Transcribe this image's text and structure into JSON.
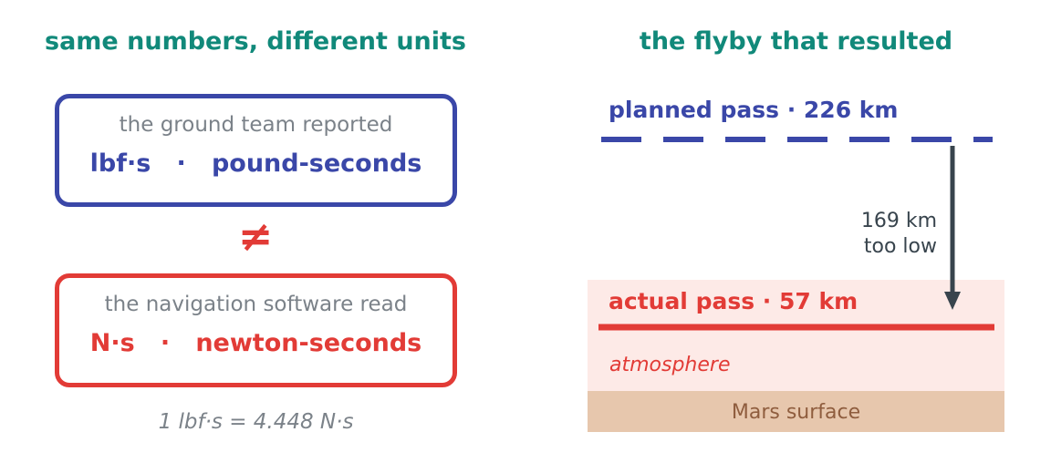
{
  "left_panel": {
    "heading": "same numbers, different units",
    "ground_box": {
      "caption": "the ground team reported",
      "unit": "lbf·s   ·   pound-seconds"
    },
    "not_equal_symbol": "≠",
    "nav_box": {
      "caption": "the navigation software read",
      "unit": "N·s   ·   newton-seconds"
    },
    "conversion": "1 lbf·s = 4.448 N·s"
  },
  "right_panel": {
    "heading": "the flyby that resulted",
    "planned_pass": "planned pass · 226 km",
    "gap_label_line1": "169 km",
    "gap_label_line2": "too low",
    "actual_pass": "actual pass · 57 km",
    "atmosphere": "atmosphere",
    "surface": "Mars surface"
  },
  "colors": {
    "heading_teal": "#11897a",
    "planned_blue": "#3a47a8",
    "actual_red": "#e23b36",
    "caption_gray": "#7b8289",
    "arrow_slate": "#38444d",
    "atmosphere_pink": "#fdeae7",
    "surface_tan": "#e7c7ad",
    "surface_text_brown": "#8f5d3e"
  }
}
